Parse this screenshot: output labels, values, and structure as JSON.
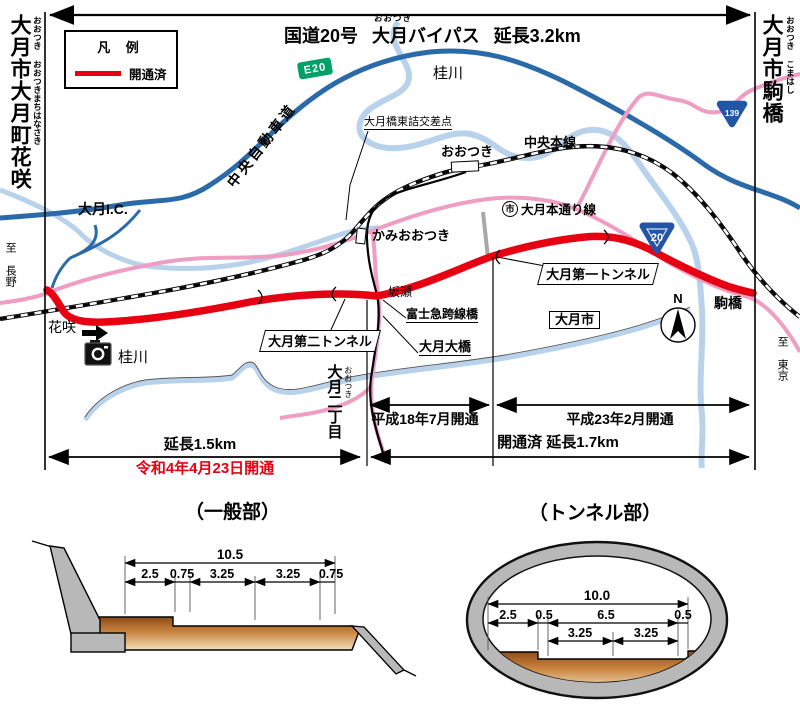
{
  "title": {
    "part1": "国道20号",
    "furigana": "おおつき",
    "part2": "大月バイパス",
    "part3": "延長3.2km"
  },
  "edges": {
    "left": {
      "main": "大月市大月町花咲",
      "furigana": "おおつき おおつきまちはなさき"
    },
    "right": {
      "main": "大月市駒橋",
      "furigana": "おおつき こまはし"
    }
  },
  "legend": {
    "title": "凡 例",
    "item_open": "開通済"
  },
  "badges": {
    "e20": "E20",
    "r20": "20",
    "r139": "139"
  },
  "labels": {
    "chuo_expwy": "中央自動車道",
    "otsuki_ic": "大月I.C.",
    "katsura_top": "桂川",
    "katsura_bottom": "桂川",
    "crossing": "大月橋東詰交差点",
    "otsuki_sta": "おおつき",
    "chuo_line": "中央本線",
    "city_marker": "市",
    "city_road": "大月本通り線",
    "kamiotsuki": "かみおおつき",
    "sakase": "坂瀬",
    "tunnel1": "大月第一トンネル",
    "tunnel2": "大月第二トンネル",
    "fujikyu_bridge": "富士急跨線橋",
    "otsuki_bridge": "大月大橋",
    "otsuki_city": "大月市",
    "komahashi": "駒橋",
    "hanasaki": "花咲",
    "to_nagano": "至 長野",
    "to_tokyo": "至 東京",
    "nichome": "大月二丁目",
    "nichome_furigana": "おおつき",
    "compass": "N"
  },
  "dims": {
    "h18": "平成18年7月開通",
    "h23": "平成23年2月開通",
    "len15": "延長1.5km",
    "reiwa": "令和4年4月23日開通",
    "open17": "開通済 延長1.7km"
  },
  "sections": {
    "general": {
      "title": "（一般部）",
      "total": "10.5",
      "w": [
        "2.5",
        "0.75",
        "3.25",
        "3.25",
        "0.75"
      ]
    },
    "tunnel": {
      "title": "（トンネル部）",
      "total": "10.0",
      "row2": [
        "2.5",
        "0.5",
        "6.5",
        "0.5"
      ],
      "row3": [
        "3.25",
        "3.25"
      ]
    }
  },
  "colors": {
    "opened_red": "#e60012",
    "expressway_blue": "#2a6aa9",
    "local_pink": "#ef9dc3",
    "river_blue": "#b9d2ec",
    "e20_green": "#00a168",
    "route_badge_blue": "#2255a4",
    "road_surface_brown": "#a05a22",
    "structure_gray": "#b8b8b8"
  }
}
